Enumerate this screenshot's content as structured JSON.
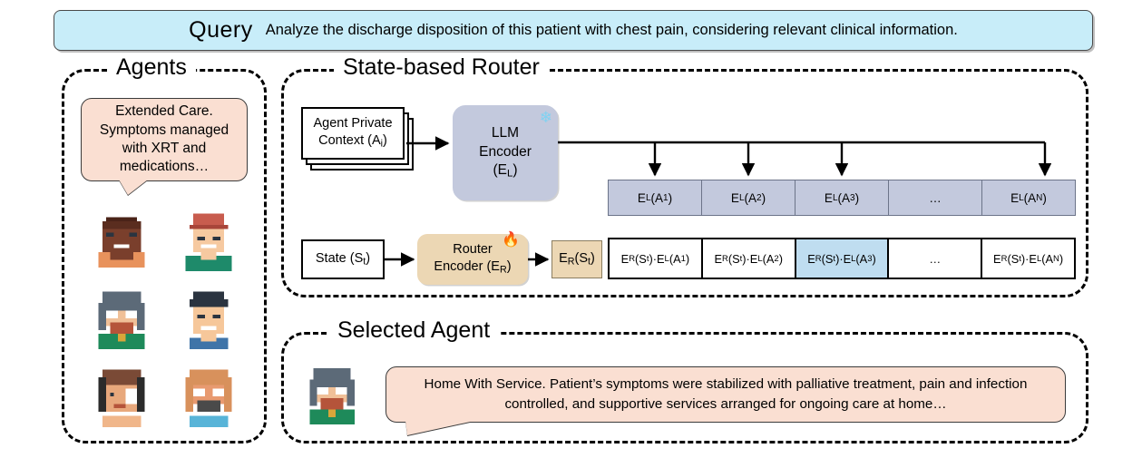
{
  "query": {
    "label": "Query",
    "text": "Analyze the discharge disposition of this patient with chest pain, considering relevant clinical information.",
    "bg_color": "#c8edf9"
  },
  "agents_panel": {
    "title": "Agents",
    "bubble_text": "Extended Care. Symptoms managed with XRT and medications…",
    "bubble_color": "#fadfd2",
    "avatars": [
      {
        "name": "avatar-agent-1",
        "skin": "#7a3f2c",
        "hair": "#5a2d1f",
        "shirt": "#e8925c"
      },
      {
        "name": "avatar-agent-2",
        "skin": "#f6c9a0",
        "hair": "#c85c4e",
        "shirt": "#1e8a6a"
      },
      {
        "name": "avatar-agent-3",
        "skin": "#f0c098",
        "hair": "#5c6a78",
        "shirt": "#1e8a5a"
      },
      {
        "name": "avatar-agent-4",
        "skin": "#f6c79a",
        "hair": "#2b3440",
        "shirt": "#3f74a8"
      },
      {
        "name": "avatar-agent-5",
        "skin": "#e8a87c",
        "hair": "#7a4a36",
        "shirt": "#f0b68a"
      },
      {
        "name": "avatar-agent-6",
        "skin": "#e89a70",
        "hair": "#d8915c",
        "shirt": "#58b4d8"
      }
    ]
  },
  "router_panel": {
    "title": "State-based Router",
    "context_box": {
      "line1": "Agent Private",
      "line2_pre": "Context (A",
      "line2_sub": "i",
      "line2_post": ")"
    },
    "llm_encoder": {
      "line1": "LLM",
      "line2": "Encoder",
      "line3_pre": "(E",
      "line3_sub": "L",
      "line3_post": ")",
      "icon": "snowflake-icon",
      "icon_glyph": "❄",
      "bg_color": "#c3c9dd"
    },
    "state_box": {
      "pre": "State (S",
      "sub": "t",
      "post": ")"
    },
    "router_encoder": {
      "line1": "Router",
      "line2_pre": "Encoder (E",
      "line2_sub": "R",
      "line2_post": ")",
      "icon": "fire-icon",
      "icon_glyph": "🔥",
      "bg_color": "#ecd7b4"
    },
    "ers_box": {
      "pre": "E",
      "sub1": "R",
      "mid": "(S",
      "sub2": "t",
      "post": ")"
    },
    "embedding_row": {
      "bg_color": "#c3c9dd",
      "cells": [
        {
          "pre": "E",
          "sub1": "L",
          "mid": "(A",
          "sub2": "1",
          "post": ")",
          "ellipsis": false
        },
        {
          "pre": "E",
          "sub1": "L",
          "mid": "(A",
          "sub2": "2",
          "post": ")",
          "ellipsis": false
        },
        {
          "pre": "E",
          "sub1": "L",
          "mid": "(A",
          "sub2": "3",
          "post": ")",
          "ellipsis": false
        },
        {
          "ellipsis": true,
          "text": "…"
        },
        {
          "pre": "E",
          "sub1": "L",
          "mid": "(A",
          "sub2": "N",
          "post": ")",
          "ellipsis": false
        }
      ]
    },
    "dot_row": {
      "highlight_color": "#bfddf0",
      "highlighted_index": 2,
      "cells": [
        {
          "a1": "E",
          "a2": "R",
          "a3": "(S",
          "a4": "t",
          "a5": ")·E",
          "a6": "L",
          "a7": "(A",
          "a8": "1",
          "a9": ")",
          "ellipsis": false
        },
        {
          "a1": "E",
          "a2": "R",
          "a3": "(S",
          "a4": "t",
          "a5": ")·E",
          "a6": "L",
          "a7": "(A",
          "a8": "2",
          "a9": ")",
          "ellipsis": false
        },
        {
          "a1": "E",
          "a2": "R",
          "a3": "(S",
          "a4": "t",
          "a5": ")·E",
          "a6": "L",
          "a7": "(A",
          "a8": "3",
          "a9": ")",
          "ellipsis": false
        },
        {
          "ellipsis": true,
          "text": "…"
        },
        {
          "a1": "E",
          "a2": "R",
          "a3": "(S",
          "a4": "t",
          "a5": ")·E",
          "a6": "L",
          "a7": "(A",
          "a8": "N",
          "a9": ")",
          "ellipsis": false
        }
      ]
    }
  },
  "selected_panel": {
    "title": "Selected Agent",
    "bubble_line1": "Home With Service. Patient’s symptoms were stabilized with palliative treatment, pain and infection",
    "bubble_line2": "controlled, and supportive services arranged for ongoing care at home…",
    "bubble_color": "#fadfd2",
    "avatar": {
      "name": "avatar-selected-agent",
      "skin": "#f0c098",
      "hair": "#5c6a78",
      "shirt": "#1e8a5a"
    }
  }
}
